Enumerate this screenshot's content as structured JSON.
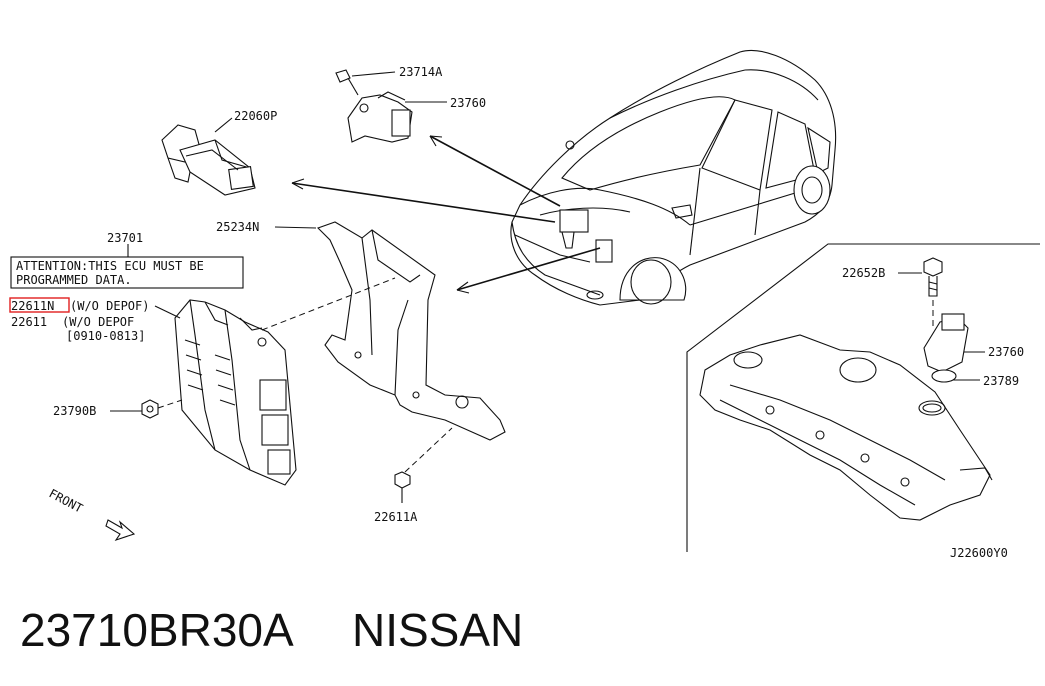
{
  "parts": {
    "p23714A": "23714A",
    "p23760_top": "23760",
    "p22060P": "22060P",
    "p23701": "23701",
    "p25234N": "25234N",
    "p22611N": "22611N",
    "p22611N_note": "(W/O DEPOF)",
    "p22611": "22611",
    "p22611_note": "(W/O DEPOF",
    "p22611_dates": "[0910-0813]",
    "p23790B": "23790B",
    "p22611A": "22611A",
    "p22652B": "22652B",
    "p23760_right": "23760",
    "p23789": "23789"
  },
  "attention": {
    "line1": "ATTENTION:THIS ECU MUST BE",
    "line2": "PROGRAMMED DATA."
  },
  "front_label": "FRONT",
  "diagram_code": "J22600Y0",
  "footer": {
    "part_number": "23710BR30A",
    "brand": "NISSAN"
  }
}
